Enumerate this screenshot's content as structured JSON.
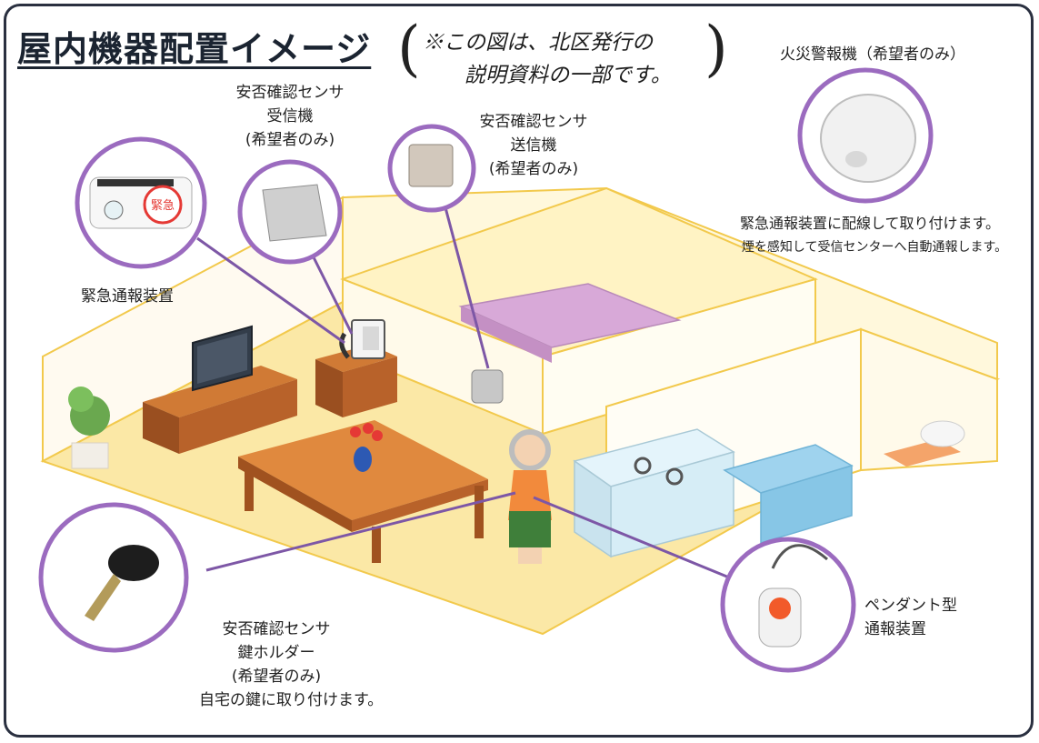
{
  "title": "屋内機器配置イメージ",
  "note": {
    "line1": "※この図は、北区発行の",
    "line2": "説明資料の一部です。"
  },
  "labels": {
    "receiver": {
      "line1": "安否確認センサ",
      "line2": "受信機",
      "line3": "(希望者のみ)"
    },
    "transmitter": {
      "line1": "安否確認センサ",
      "line2": "送信機",
      "line3": "(希望者のみ)"
    },
    "fire_alarm": {
      "title": "火災警報機（希望者のみ）",
      "desc1": "緊急通報装置に配線して取り付けます。",
      "desc2": "煙を感知して受信センターへ自動通報します。"
    },
    "emergency_device": "緊急通報装置",
    "emergency_button_text": "緊急",
    "key_holder": {
      "line1": "安否確認センサ",
      "line2": "鍵ホルダー",
      "line3": "(希望者のみ)",
      "line4": "自宅の鍵に取り付けます。"
    },
    "pendant": {
      "line1": "ペンダント型",
      "line2": "通報装置"
    }
  },
  "colors": {
    "frame": "#2a3040",
    "callout_ring": "#9b6bbf",
    "leader_line": "#7d57a6",
    "wall": "#fff8dc",
    "wall_edge": "#f2c94c",
    "floor": "#fbe8a6",
    "furniture": "#c8692a",
    "bed": "#d8a9d8"
  }
}
